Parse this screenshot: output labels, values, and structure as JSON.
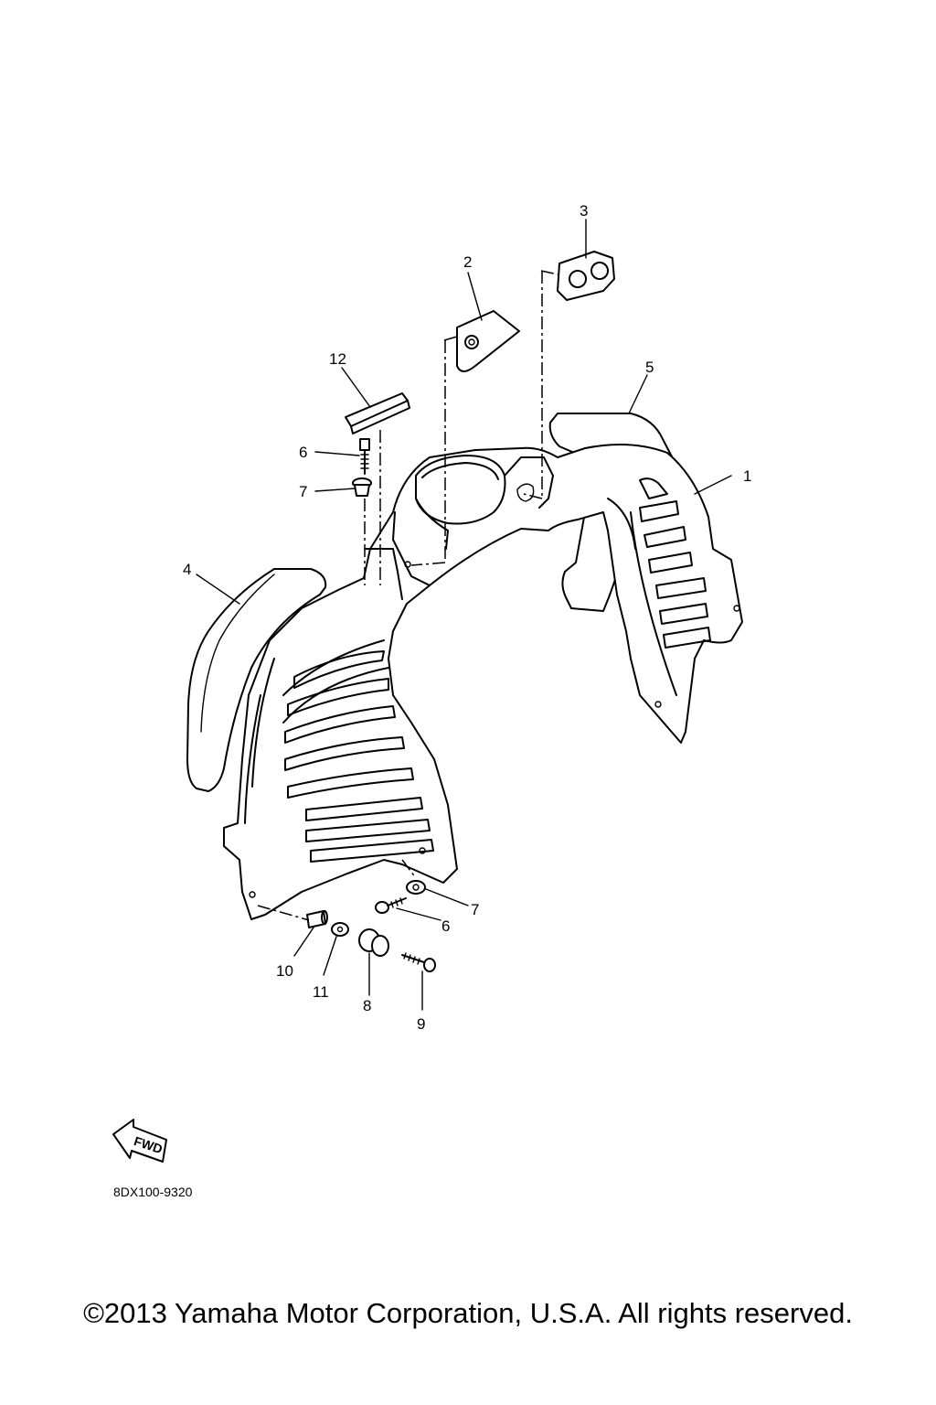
{
  "diagram": {
    "callouts": {
      "c1": "1",
      "c2": "2",
      "c3": "3",
      "c4": "4",
      "c5": "5",
      "c6a": "6",
      "c6b": "6",
      "c7a": "7",
      "c7b": "7",
      "c8": "8",
      "c9": "9",
      "c10": "10",
      "c11": "11",
      "c12": "12"
    },
    "fwd_label": "FWD",
    "diagram_code": "8DX100-9320"
  },
  "footer": {
    "copyright": "©2013 Yamaha Motor Corporation, U.S.A. All rights reserved."
  }
}
